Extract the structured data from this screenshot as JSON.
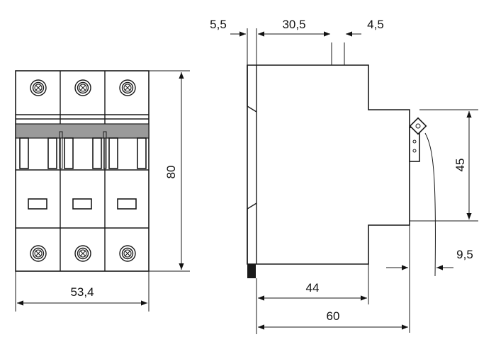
{
  "front_view": {
    "poles": 3,
    "dim_width": "53,4",
    "dim_height": "80"
  },
  "side_view": {
    "dim_top_left": "5,5",
    "dim_top_mid": "30,5",
    "dim_top_right": "4,5",
    "dim_rail": "45",
    "dim_offset": "9,5",
    "dim_depth_inner": "44",
    "dim_depth_total": "60"
  }
}
